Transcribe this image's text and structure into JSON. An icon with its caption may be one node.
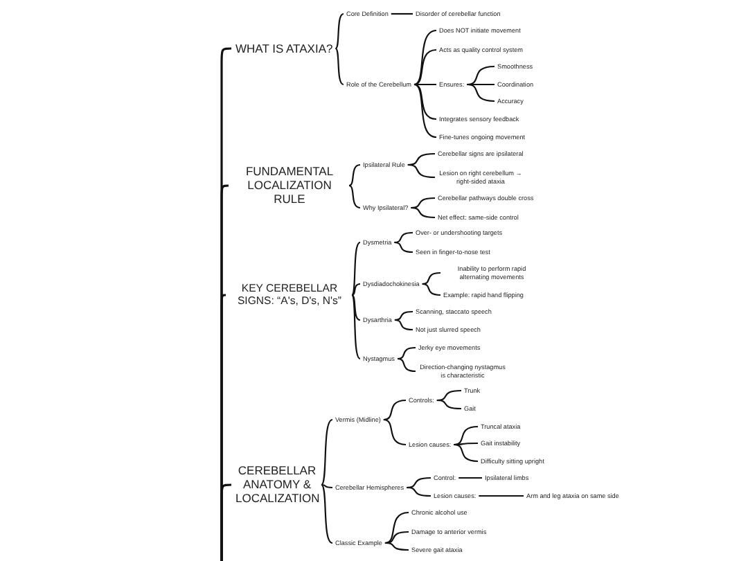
{
  "diagram": {
    "nodes": [
      {
        "text": [
          "WHAT IS ATAXIA?"
        ]
      },
      {
        "text": [
          "Core Definition"
        ]
      },
      {
        "text": [
          "Disorder of cerebellar function"
        ]
      },
      {
        "text": [
          "Role of the Cerebellum"
        ]
      },
      {
        "text": [
          "Does NOT initiate movement"
        ]
      },
      {
        "text": [
          "Acts as quality control system"
        ]
      },
      {
        "text": [
          "Ensures:"
        ]
      },
      {
        "text": [
          "Smoothness"
        ]
      },
      {
        "text": [
          "Coordination"
        ]
      },
      {
        "text": [
          "Accuracy"
        ]
      },
      {
        "text": [
          "Integrates sensory feedback"
        ]
      },
      {
        "text": [
          "Fine-tunes ongoing movement"
        ]
      },
      {
        "text": [
          "FUNDAMENTAL LOCALIZATION RULE"
        ]
      },
      {
        "text": [
          "Ipsilateral Rule"
        ]
      },
      {
        "text": [
          "Cerebellar signs are ipsilateral"
        ]
      },
      {
        "text": [
          "Lesion on right cerebellum → right-sided ataxia"
        ]
      },
      {
        "text": [
          "Why Ipsilateral?"
        ]
      },
      {
        "text": [
          "Cerebellar pathways double cross"
        ]
      },
      {
        "text": [
          "Net effect: same-side control"
        ]
      },
      {
        "text": [
          "KEY CEREBELLAR SIGNS: “A's, D's, N's”"
        ]
      },
      {
        "text": [
          "Dysmetria"
        ]
      },
      {
        "text": [
          "Over- or undershooting targets"
        ]
      },
      {
        "text": [
          "Seen in finger-to-nose test"
        ]
      },
      {
        "text": [
          "Dysdiadochokinesia"
        ]
      },
      {
        "text": [
          "Inability to perform rapid alternating movements"
        ]
      },
      {
        "text": [
          "Example: rapid hand flipping"
        ]
      },
      {
        "text": [
          "Dysarthria"
        ]
      },
      {
        "text": [
          "Scanning, staccato speech"
        ]
      },
      {
        "text": [
          "Not just slurred speech"
        ]
      },
      {
        "text": [
          "Nystagmus"
        ]
      },
      {
        "text": [
          "Jerky eye movements"
        ]
      },
      {
        "text": [
          "Direction-changing nystagmus is characteristic"
        ]
      },
      {
        "text": [
          "CEREBELLAR ANATOMY & LOCALIZATION"
        ]
      },
      {
        "text": [
          "Vermis (Midline)"
        ]
      },
      {
        "text": [
          "Controls:"
        ]
      },
      {
        "text": [
          "Trunk"
        ]
      },
      {
        "text": [
          "Gait"
        ]
      },
      {
        "text": [
          "Lesion causes:"
        ]
      },
      {
        "text": [
          "Truncal ataxia"
        ]
      },
      {
        "text": [
          "Gait instability"
        ]
      },
      {
        "text": [
          "Difficulty sitting upright"
        ]
      },
      {
        "text": [
          "Cerebellar Hemispheres"
        ]
      },
      {
        "text": [
          "Control:"
        ]
      },
      {
        "text": [
          "Ipsilateral limbs"
        ]
      },
      {
        "text": [
          "Lesion causes:"
        ]
      },
      {
        "text": [
          "Arm and leg ataxia on same side"
        ]
      },
      {
        "text": [
          "Classic Example"
        ]
      },
      {
        "text": [
          "Chronic alcohol use"
        ]
      },
      {
        "text": [
          "Damage to anterior vermis"
        ]
      },
      {
        "text": [
          "Severe gait ataxia"
        ]
      }
    ],
    "edges": [
      {
        "from": null,
        "to": 0,
        "arrow": "none"
      },
      {
        "from": null,
        "to": 12,
        "arrow": "none"
      },
      {
        "from": null,
        "to": 19,
        "arrow": "none"
      },
      {
        "from": null,
        "to": 32,
        "arrow": "none"
      },
      {
        "from": 0,
        "to": 1,
        "arrow": "none"
      },
      {
        "from": 0,
        "to": 3,
        "arrow": "none"
      },
      {
        "from": 1,
        "to": 2,
        "arrow": "none"
      },
      {
        "from": 3,
        "to": 4,
        "arrow": "none"
      },
      {
        "from": 3,
        "to": 5,
        "arrow": "none"
      },
      {
        "from": 3,
        "to": 6,
        "arrow": "none"
      },
      {
        "from": 3,
        "to": 10,
        "arrow": "none"
      },
      {
        "from": 3,
        "to": 11,
        "arrow": "none"
      },
      {
        "from": 6,
        "to": 7,
        "arrow": "none"
      },
      {
        "from": 6,
        "to": 8,
        "arrow": "none"
      },
      {
        "from": 6,
        "to": 9,
        "arrow": "none"
      },
      {
        "from": 12,
        "to": 13,
        "arrow": "none"
      },
      {
        "from": 12,
        "to": 16,
        "arrow": "none"
      },
      {
        "from": 13,
        "to": 14,
        "arrow": "none"
      },
      {
        "from": 13,
        "to": 15,
        "arrow": "none"
      },
      {
        "from": 16,
        "to": 17,
        "arrow": "none"
      },
      {
        "from": 16,
        "to": 18,
        "arrow": "none"
      },
      {
        "from": 19,
        "to": 20,
        "arrow": "none"
      },
      {
        "from": 19,
        "to": 23,
        "arrow": "none"
      },
      {
        "from": 19,
        "to": 26,
        "arrow": "none"
      },
      {
        "from": 19,
        "to": 29,
        "arrow": "none"
      },
      {
        "from": 20,
        "to": 21,
        "arrow": "none"
      },
      {
        "from": 20,
        "to": 22,
        "arrow": "none"
      },
      {
        "from": 23,
        "to": 24,
        "arrow": "none"
      },
      {
        "from": 23,
        "to": 25,
        "arrow": "none"
      },
      {
        "from": 26,
        "to": 27,
        "arrow": "none"
      },
      {
        "from": 26,
        "to": 28,
        "arrow": "none"
      },
      {
        "from": 29,
        "to": 30,
        "arrow": "none"
      },
      {
        "from": 29,
        "to": 31,
        "arrow": "none"
      },
      {
        "from": 32,
        "to": 33,
        "arrow": "none"
      },
      {
        "from": 32,
        "to": 41,
        "arrow": "none"
      },
      {
        "from": 32,
        "to": 46,
        "arrow": "none"
      },
      {
        "from": 33,
        "to": 34,
        "arrow": "none"
      },
      {
        "from": 33,
        "to": 37,
        "arrow": "none"
      },
      {
        "from": 34,
        "to": 35,
        "arrow": "none"
      },
      {
        "from": 34,
        "to": 36,
        "arrow": "none"
      },
      {
        "from": 37,
        "to": 38,
        "arrow": "none"
      },
      {
        "from": 37,
        "to": 39,
        "arrow": "none"
      },
      {
        "from": 37,
        "to": 40,
        "arrow": "none"
      },
      {
        "from": 41,
        "to": 42,
        "arrow": "none"
      },
      {
        "from": 41,
        "to": 44,
        "arrow": "none"
      },
      {
        "from": 42,
        "to": 43,
        "arrow": "none"
      },
      {
        "from": 44,
        "to": 45,
        "arrow": "none"
      },
      {
        "from": 46,
        "to": 47,
        "arrow": "none"
      },
      {
        "from": 46,
        "to": 48,
        "arrow": "none"
      },
      {
        "from": 46,
        "to": 49,
        "arrow": "none"
      }
    ]
  }
}
